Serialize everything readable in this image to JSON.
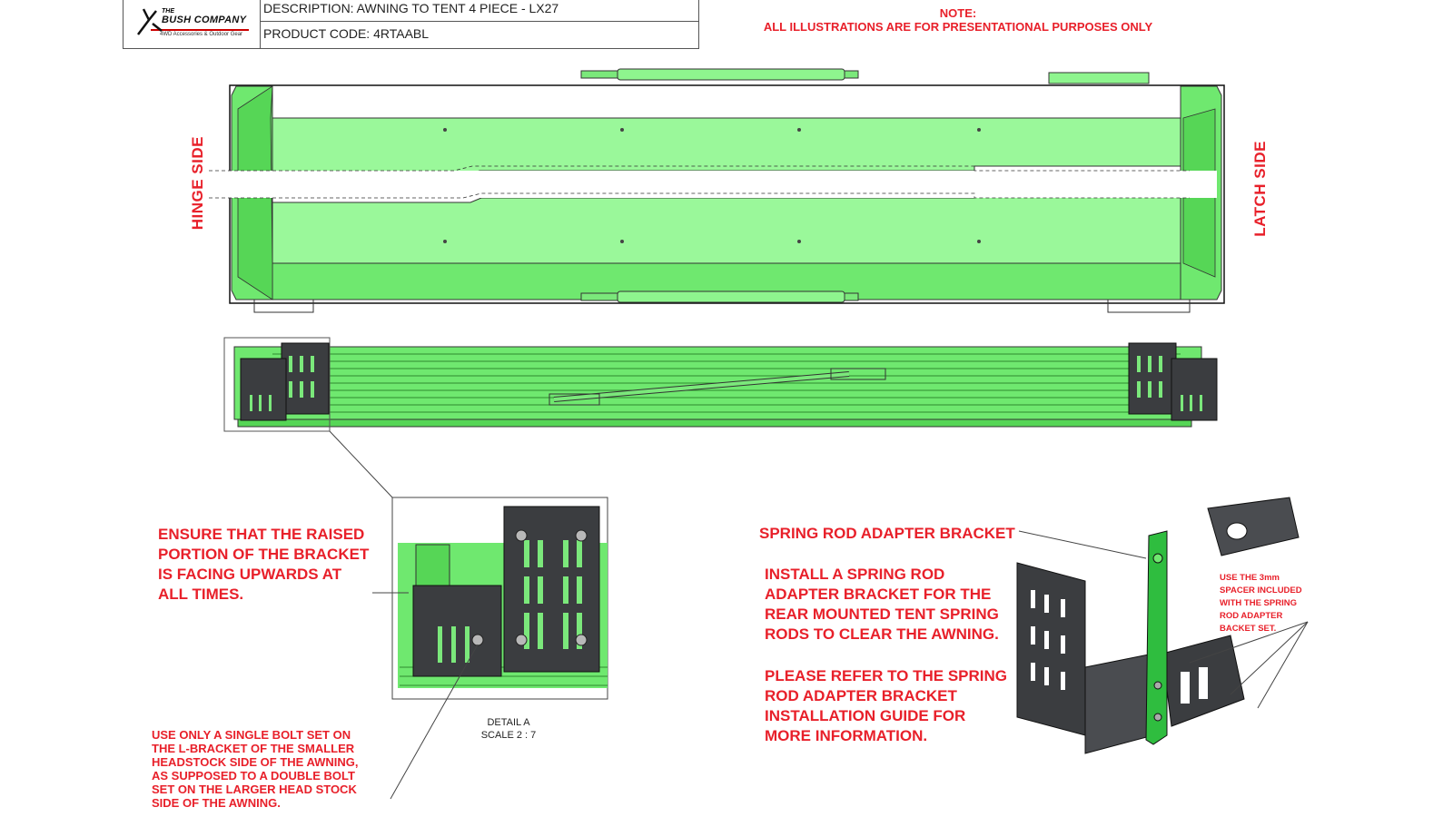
{
  "title_block": {
    "logo_the": "THE",
    "logo_name": "BUSH COMPANY",
    "logo_tagline": "4WD Accessories & Outdoor Gear",
    "description": "DESCRIPTION: AWNING TO TENT 4 PIECE - LX27",
    "product_code": "PRODUCT CODE: 4RTAABL"
  },
  "note": {
    "heading": "NOTE:",
    "text": "ALL ILLUSTRATIONS ARE FOR PRESENTATIONAL PURPOSES ONLY"
  },
  "side_labels": {
    "hinge": "HINGE SIDE",
    "latch": "LATCH SIDE"
  },
  "callouts": {
    "raised_portion": [
      "ENSURE THAT THE RAISED",
      "PORTION OF THE BRACKET",
      "IS FACING UPWARDS AT",
      "ALL TIMES."
    ],
    "single_bolt": [
      "USE ONLY A SINGLE BOLT SET ON",
      "THE L-BRACKET OF THE SMALLER",
      "HEADSTOCK SIDE OF THE AWNING,",
      "AS SUPPOSED TO A DOUBLE BOLT",
      "SET ON THE LARGER HEAD STOCK",
      "SIDE OF THE AWNING."
    ],
    "spring_rod_label": "SPRING ROD ADAPTER BRACKET",
    "install": [
      "INSTALL A SPRING ROD",
      "ADAPTER BRACKET FOR THE",
      "REAR MOUNTED TENT SPRING",
      "RODS TO CLEAR THE AWNING."
    ],
    "refer": [
      "PLEASE REFER TO THE SPRING",
      "ROD ADAPTER  BRACKET",
      "INSTALLATION GUIDE FOR",
      "MORE INFORMATION."
    ],
    "spacer": [
      "USE THE 3mm",
      "SPACER INCLUDED",
      "WITH THE SPRING",
      "ROD ADAPTER",
      "BACKET SET."
    ]
  },
  "detail": {
    "name": "DETAIL A",
    "scale": "SCALE 2 : 7"
  },
  "colors": {
    "accent_red": "#e8202a",
    "awning_green": "#6fe86f",
    "awning_light": "#9af89a",
    "bracket_dark": "#3b3d40"
  }
}
